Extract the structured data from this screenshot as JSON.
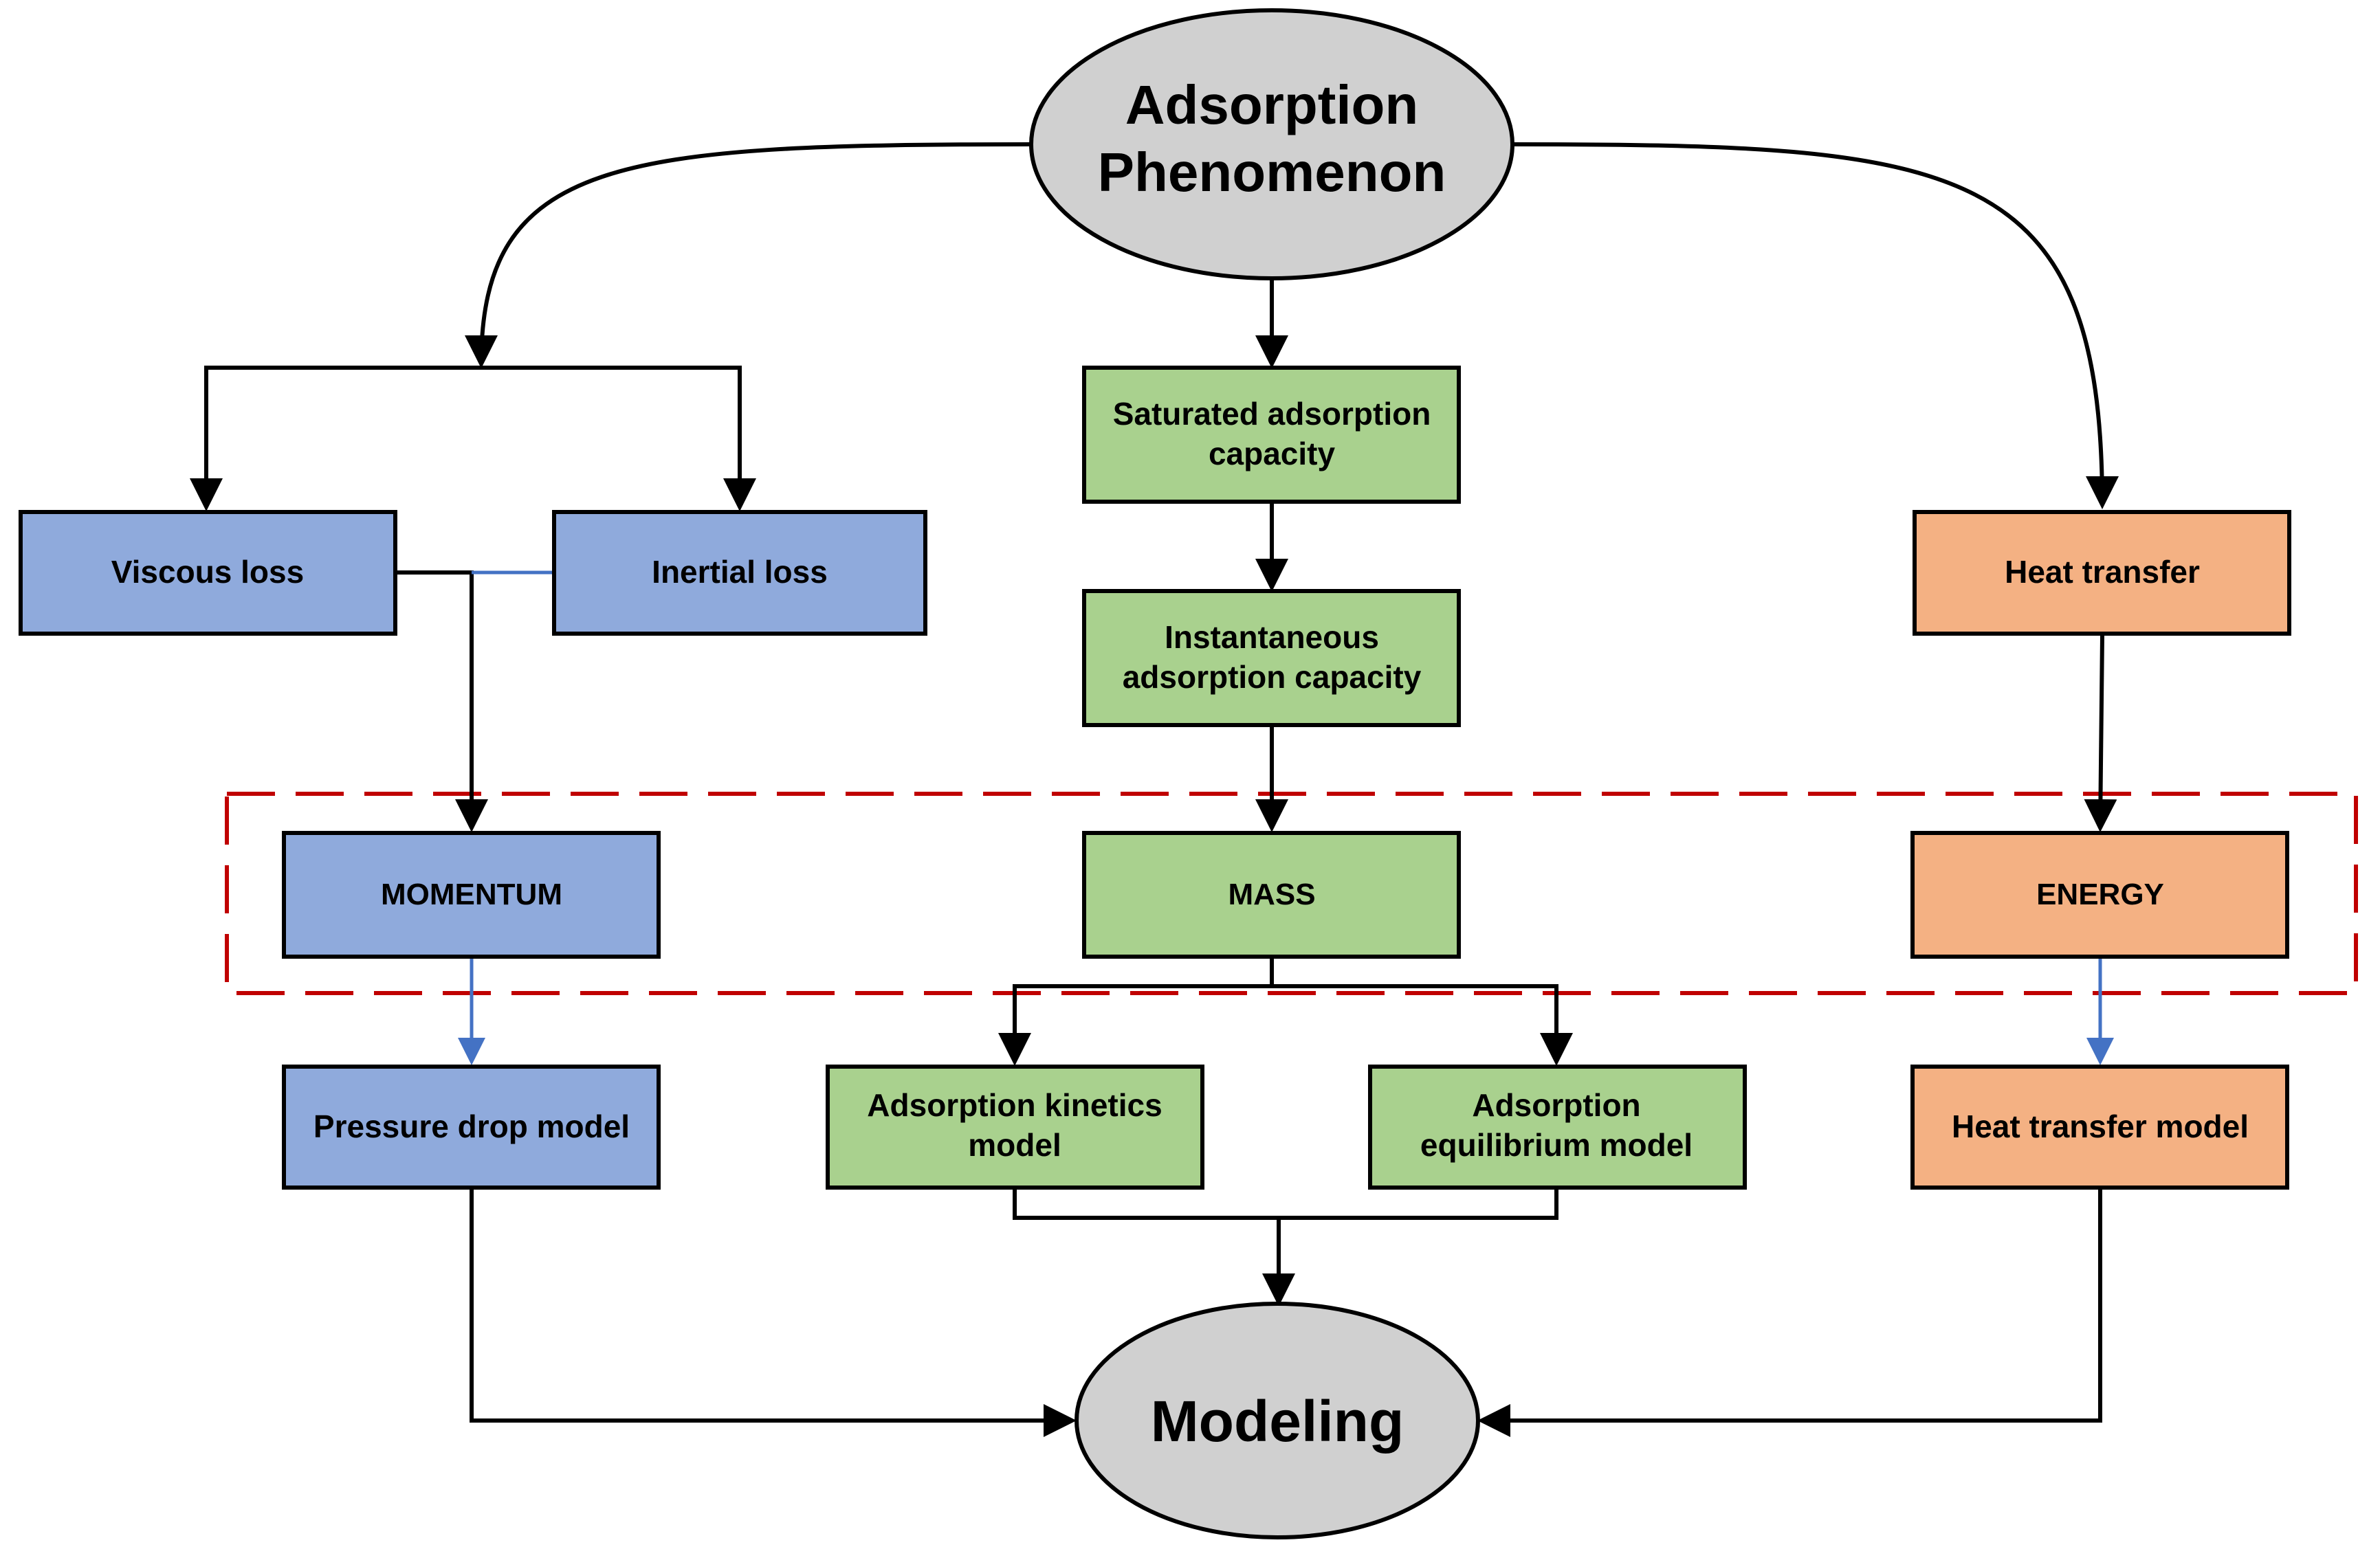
{
  "diagram": {
    "colors": {
      "blue_fill": "#8faadc",
      "green_fill": "#a9d18e",
      "orange_fill": "#f4b183",
      "gray_fill": "#d0d0d0",
      "stroke": "#000000",
      "blue_connector": "#4472c4",
      "dashed_region": "#c00000"
    },
    "top_node": {
      "line1": "Adsorption",
      "line2": "Phenomenon"
    },
    "bottom_node": {
      "label": "Modeling"
    },
    "momentum_branch": {
      "viscous_loss": "Viscous loss",
      "inertial_loss": "Inertial loss",
      "momentum": "MOMENTUM",
      "pressure_drop_model": "Pressure drop model"
    },
    "mass_branch": {
      "saturated_capacity": {
        "line1": "Saturated adsorption",
        "line2": "capacity"
      },
      "instantaneous_capacity": {
        "line1": "Instantaneous",
        "line2": "adsorption capacity"
      },
      "mass": "MASS",
      "kinetics_model": {
        "line1": "Adsorption kinetics",
        "line2": "model"
      },
      "equilibrium_model": {
        "line1": "Adsorption",
        "line2": "equilibrium model"
      }
    },
    "energy_branch": {
      "heat_transfer": "Heat transfer",
      "energy": "ENERGY",
      "heat_transfer_model": "Heat transfer model"
    }
  }
}
